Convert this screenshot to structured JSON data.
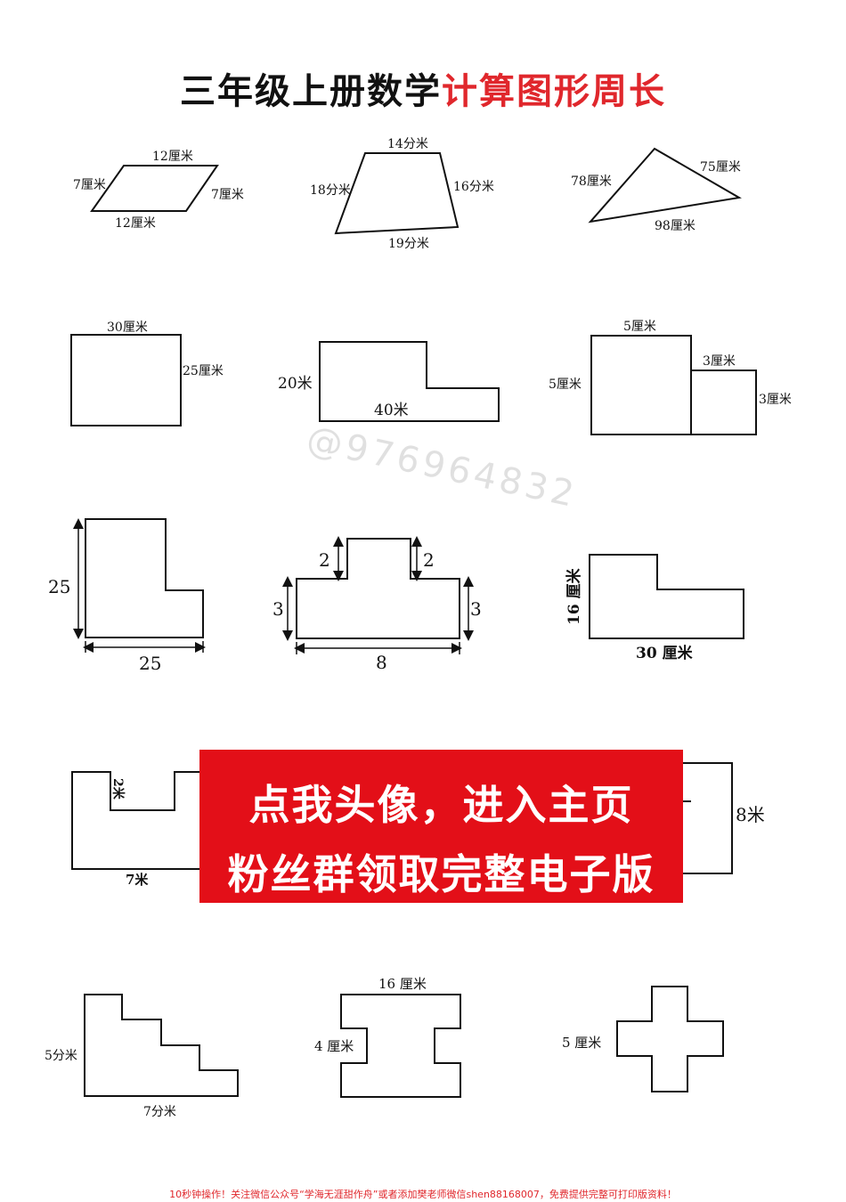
{
  "title": {
    "black": "三年级上册数学",
    "red": "计算图形周长"
  },
  "figures": {
    "parallelogram": {
      "top": "12厘米",
      "bottom": "12厘米",
      "left": "7厘米",
      "right": "7厘米"
    },
    "trapezoid": {
      "top": "14分米",
      "left": "18分米",
      "right": "16分米",
      "bottom": "19分米"
    },
    "triangle": {
      "left": "78厘米",
      "right": "75厘米",
      "bottom": "98厘米"
    },
    "rectangle": {
      "top": "30厘米",
      "right": "25厘米"
    },
    "l_shape_1": {
      "left": "20米",
      "bottom": "40米"
    },
    "squares": {
      "top": "5厘米",
      "left": "5厘米",
      "small_top": "3厘米",
      "small_right": "3厘米"
    },
    "l_shape_2": {
      "height": "25",
      "width": "25"
    },
    "t_shape": {
      "left_notch": "2",
      "right_notch": "2",
      "left_side": "3",
      "right_side": "3",
      "bottom": "8"
    },
    "l_shape_3": {
      "left": "16 厘米",
      "bottom": "30 厘米"
    },
    "u_shape": {
      "notch": "2米",
      "bottom": "7米"
    },
    "step_shape": {
      "right": "8米"
    },
    "stairs": {
      "left": "5分米",
      "bottom": "7分米"
    },
    "h_shape": {
      "top": "16 厘米",
      "notch": "4 厘米"
    },
    "cross": {
      "arm": "5 厘米"
    }
  },
  "banner": {
    "line1": "点我头像，进入主页",
    "line2": "粉丝群领取完整电子版"
  },
  "watermark": "@976964832",
  "footer": "10秒钟操作！关注微信公众号“学海无涯甜作舟”或者添加樊老师微信shen88168007，免费提供完整可打印版资料！"
}
